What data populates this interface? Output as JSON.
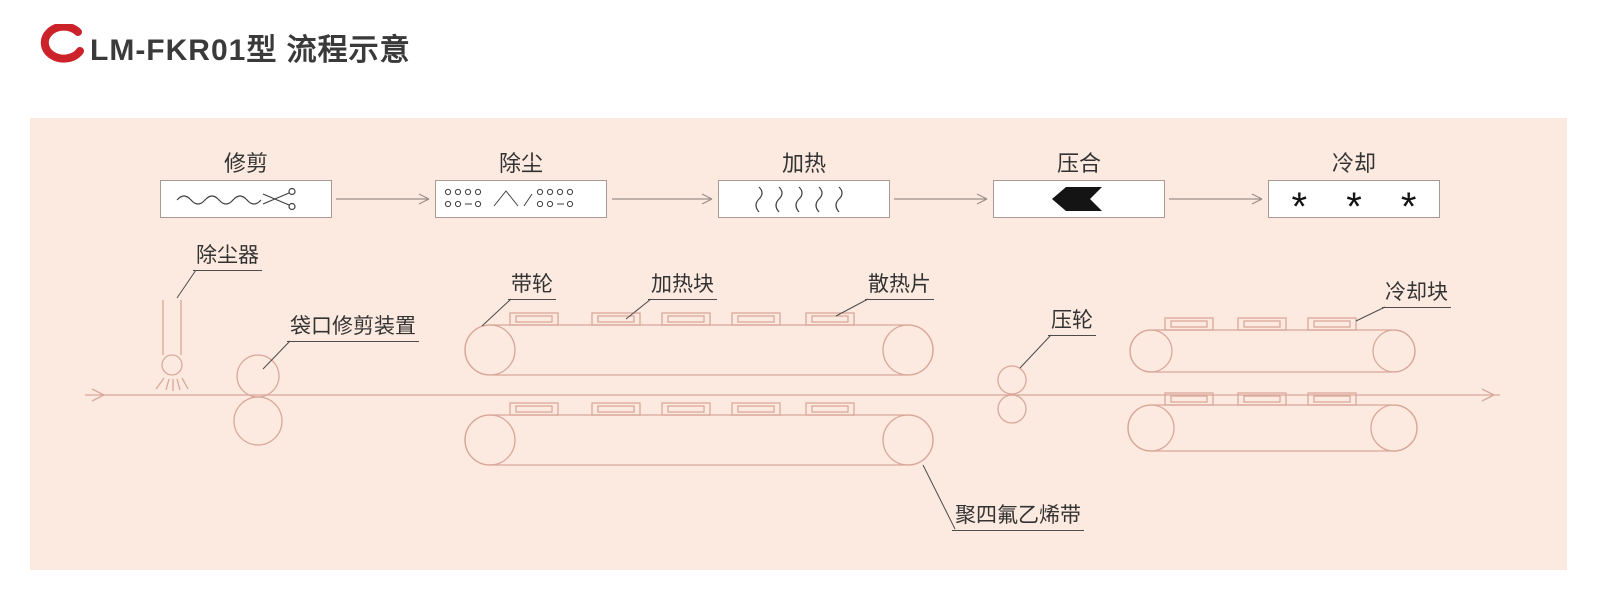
{
  "header": {
    "title": "LM-FKR01型 流程示意"
  },
  "process_steps": [
    {
      "label": "修剪",
      "icon": "scissors-wave-icon"
    },
    {
      "label": "除尘",
      "icon": "dust-jets-icon"
    },
    {
      "label": "加热",
      "icon": "heat-waves-icon"
    },
    {
      "label": "压合",
      "icon": "press-flag-icon"
    },
    {
      "label": "冷却",
      "icon": "asterisks-icon",
      "symbols": "* * *"
    }
  ],
  "machine_labels": {
    "dust_remover": "除尘器",
    "bag_trimming_device": "袋口修剪装置",
    "belt_pulley": "带轮",
    "heating_block": "加热块",
    "heat_sink": "散热片",
    "press_wheel": "压轮",
    "cooling_block": "冷却块",
    "ptfe_belt": "聚四氟乙烯带"
  },
  "colors": {
    "accent_red": "#cc2229",
    "panel_bg": "#fceae0",
    "machine_line_pink": "#d9a79a",
    "leader_dark": "#4c4c4c",
    "text_dark": "#3a3a3a"
  }
}
